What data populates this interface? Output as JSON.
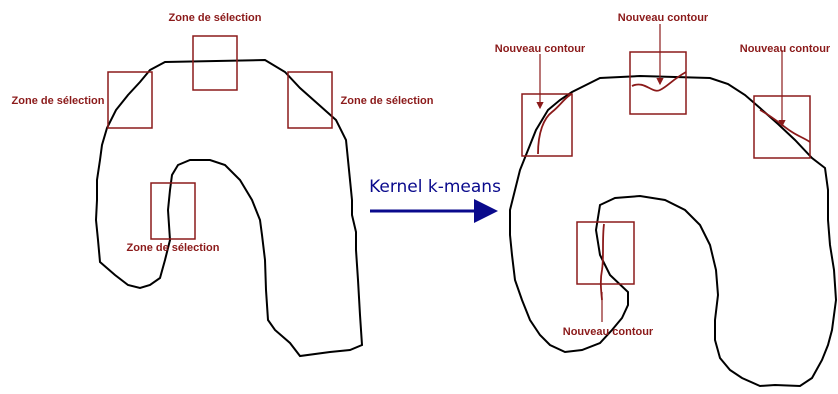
{
  "colors": {
    "zone": "#8b1a1a",
    "label": "#8b1a1a",
    "contour": "#000000",
    "arrow": "#0a0a8c",
    "arrow_text": "#0a0a8c"
  },
  "left_panel": {
    "label_top": "Zone de sélection",
    "label_left": "Zone de sélection",
    "label_right": "Zone de sélection",
    "label_bottom": "Zone de sélection"
  },
  "transition": {
    "label": "Kernel k-means"
  },
  "right_panel": {
    "label_top": "Nouveau contour",
    "label_left": "Nouveau contour",
    "label_right": "Nouveau contour",
    "label_bottom": "Nouveau contour"
  }
}
